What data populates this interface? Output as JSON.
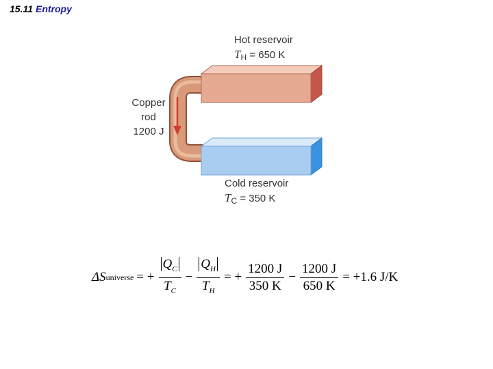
{
  "header": {
    "number": "15.11",
    "title": "Entropy"
  },
  "diagram": {
    "hot": {
      "name": "Hot reservoir",
      "symbol": "T",
      "sub": "H",
      "value": "= 650 K"
    },
    "cold": {
      "name": "Cold reservoir",
      "symbol": "T",
      "sub": "C",
      "value": "= 350 K"
    },
    "rod": {
      "line1": "Copper",
      "line2": "rod",
      "line3": "1200 J"
    }
  },
  "equation": {
    "lhs_symbol": "ΔS",
    "lhs_sub": "universe",
    "eq1": "= +",
    "q_c": "Q",
    "q_c_sub": "C",
    "t_c": "T",
    "t_c_sub": "C",
    "minus1": "−",
    "q_h": "Q",
    "q_h_sub": "H",
    "t_h": "T",
    "t_h_sub": "H",
    "eq2": "= +",
    "n1": "1200 J",
    "d1": "350 K",
    "minus2": "−",
    "n2": "1200 J",
    "d2": "650 K",
    "result": "= +1.6 J/K"
  },
  "colors": {
    "hot_front": "#e6a991",
    "hot_top": "#f4cdbd",
    "hot_side": "#c2574a",
    "cold_front": "#a9cdf1",
    "cold_top": "#d9ebfb",
    "cold_side": "#3b93e0",
    "rod": "#cd8d6c",
    "arrow": "#cf3e2f"
  }
}
